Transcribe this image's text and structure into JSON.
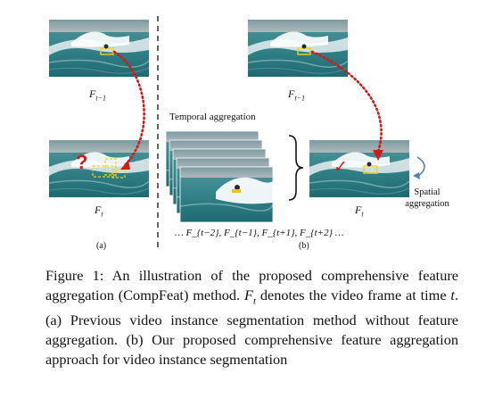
{
  "figure": {
    "panel_a": {
      "top_frame_label": "F",
      "top_frame_sub": "t−1",
      "bottom_frame_label": "F",
      "bottom_frame_sub": "t",
      "question_mark": "?",
      "panel_label": "(a)"
    },
    "panel_b": {
      "temporal_label": "Temporal aggregation",
      "sequence_label": "… F_{t−2}, F_{t−1}, F_{t+1}, F_{t+2} …",
      "top_frame_label": "F",
      "top_frame_sub": "t−1",
      "bottom_frame_label": "F",
      "bottom_frame_sub": "t",
      "check_mark": "✓",
      "spatial_label": "Spatial aggregation",
      "panel_label": "(b)"
    },
    "colors": {
      "box": "#f2d21a",
      "arrow": "#d21a1a",
      "curve_arrow": "#4f7fc2",
      "sea": "#2f7f88"
    }
  },
  "caption": {
    "prefix": "Figure 1: An illustration of the proposed comprehensive feature aggregation (CompFeat) method.",
    "symbol": "F",
    "symbol_sub": "t",
    "middle": "denotes the video frame at time",
    "time_symbol": "t",
    "suffix": ". (a) Previous video instance segmentation method without feature aggregation. (b) Our proposed comprehensive feature aggregation approach for video instance segmentation"
  }
}
